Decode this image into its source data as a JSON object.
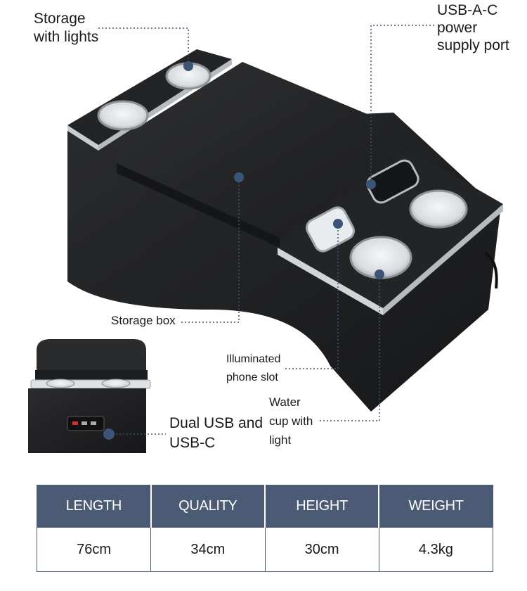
{
  "callouts": {
    "storage_with_lights": "Storage\nwith lights",
    "usb_port": "USB-A-C\npower\nsupply port",
    "storage_box": "Storage box",
    "phone_slot": "Illuminated\nphone slot",
    "water_cup": "Water\ncup with\nlight",
    "dual_usb": "Dual USB and\nUSB-C"
  },
  "specs": {
    "headers": [
      "LENGTH",
      "QUALITY",
      "HEIGHT",
      "WEIGHT"
    ],
    "values": [
      "76cm",
      "34cm",
      "30cm",
      "4.3kg"
    ]
  },
  "colors": {
    "body": "#1f2022",
    "header_fill": "#4b5a75",
    "marker": "#3c5475",
    "chrome": "#c9ccd0"
  }
}
